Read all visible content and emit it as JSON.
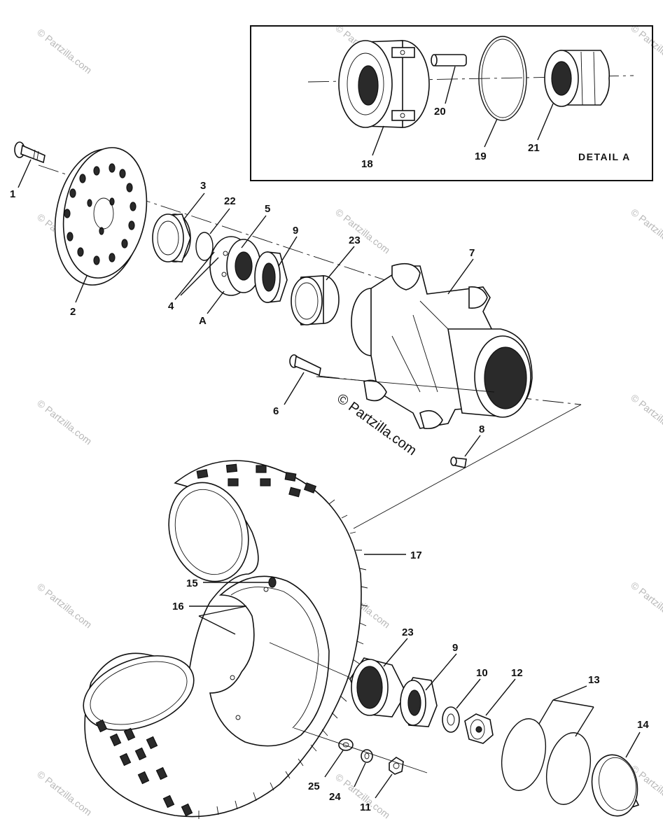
{
  "detail": {
    "title": "DETAIL A"
  },
  "callouts": {
    "c1": "1",
    "c2": "2",
    "c3": "3",
    "c4": "4",
    "c5": "5",
    "c6": "6",
    "c7": "7",
    "c8": "8",
    "c9a": "9",
    "c9b": "9",
    "c10": "10",
    "c11": "11",
    "c12": "12",
    "c13": "13",
    "c14": "14",
    "c15": "15",
    "c16": "16",
    "c17": "17",
    "c18": "18",
    "c19": "19",
    "c20": "20",
    "c21": "21",
    "c22": "22",
    "c23a": "23",
    "c23b": "23",
    "c24": "24",
    "c25": "25",
    "cA": "A"
  },
  "watermark": {
    "text": "© Partzilla.com"
  },
  "copyright": {
    "text": "© Partzilla.com"
  }
}
